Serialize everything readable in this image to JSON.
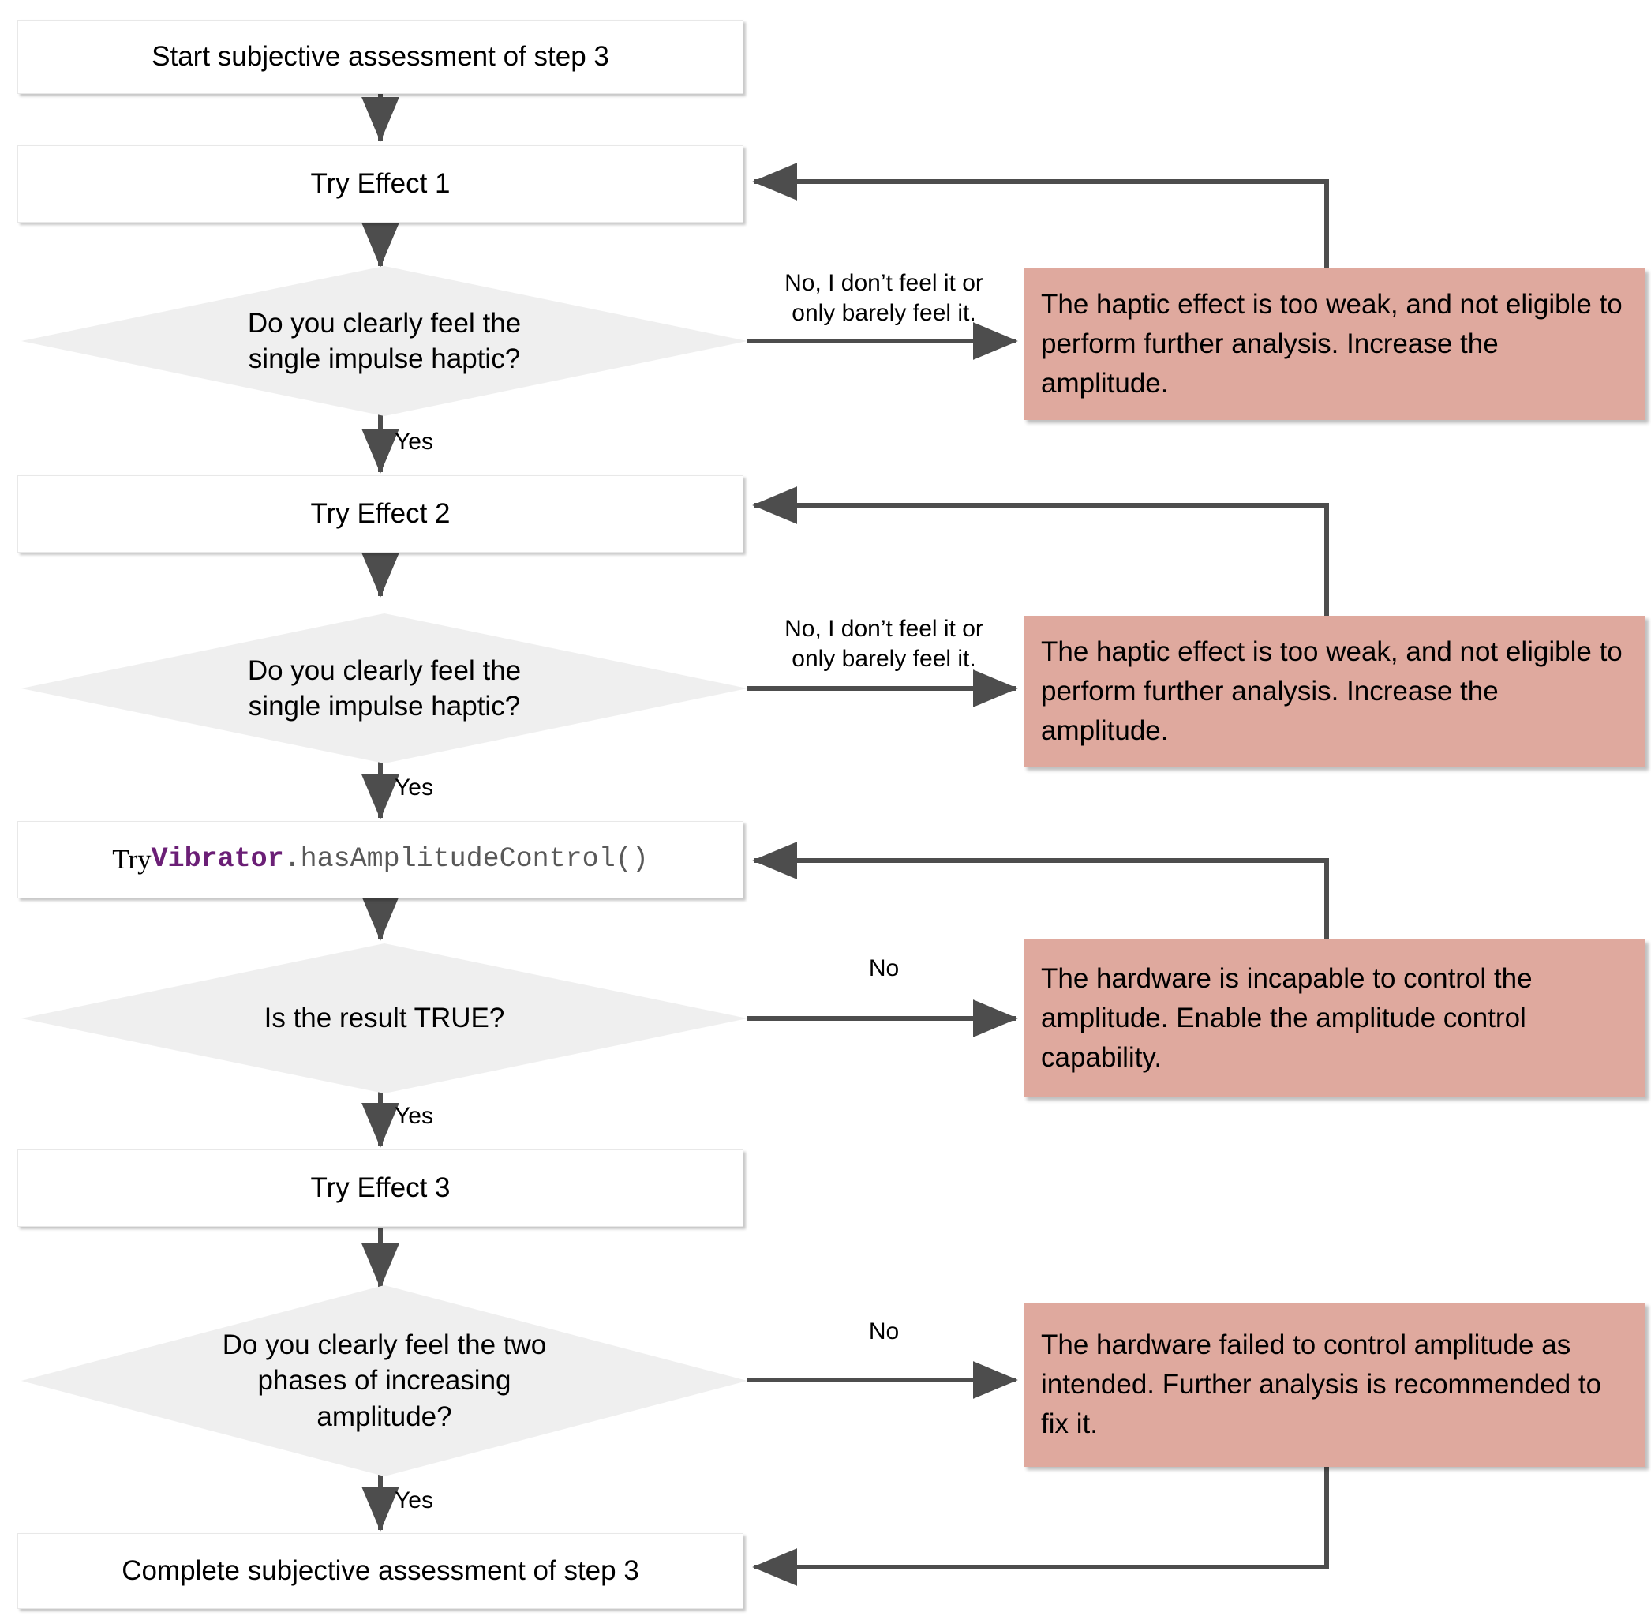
{
  "diagram": {
    "title": "Subjective assessment of step 3 flowchart",
    "colors": {
      "note_fill": "#dfa99e",
      "decision_fill": "#efefef",
      "process_fill": "#ffffff",
      "connector": "#4d4d4d",
      "code_class": "#6b1f76",
      "code_method": "#595959"
    }
  },
  "nodes": {
    "start": {
      "label": "Start subjective assessment of step 3"
    },
    "try_effect_1": {
      "label": "Try Effect 1"
    },
    "decision_1": {
      "label": "Do you clearly feel the\nsingle impulse haptic?"
    },
    "try_effect_2": {
      "label": "Try Effect 2"
    },
    "decision_2": {
      "label": "Do you clearly feel the\nsingle impulse haptic?"
    },
    "try_has_amplitude_control": {
      "prefix": "Try ",
      "class_name": "Vibrator",
      "method": ".hasAmplitudeControl()"
    },
    "decision_3": {
      "label": "Is the result TRUE?"
    },
    "try_effect_3": {
      "label": "Try Effect 3"
    },
    "decision_4": {
      "label": "Do you clearly feel the two\nphases of increasing\namplitude?"
    },
    "complete": {
      "label": "Complete subjective assessment of step 3"
    }
  },
  "notes": {
    "note_1": {
      "text": "The haptic effect is too weak, and not eligible to perform further analysis. Increase the amplitude."
    },
    "note_2": {
      "text": "The haptic effect is too weak, and not eligible to perform further analysis. Increase the amplitude."
    },
    "note_3": {
      "text": "The hardware is incapable to control the amplitude. Enable the amplitude control capability."
    },
    "note_4": {
      "text": "The hardware failed to control amplitude as intended. Further analysis is recommended to fix it."
    }
  },
  "edge_labels": {
    "no_1": "No, I don’t feel it or\nonly barely feel it.",
    "yes_1": "Yes",
    "no_2": "No, I don’t feel it or\nonly barely feel it.",
    "yes_2": "Yes",
    "no_3": "No",
    "yes_3": "Yes",
    "no_4": "No",
    "yes_4": "Yes"
  }
}
